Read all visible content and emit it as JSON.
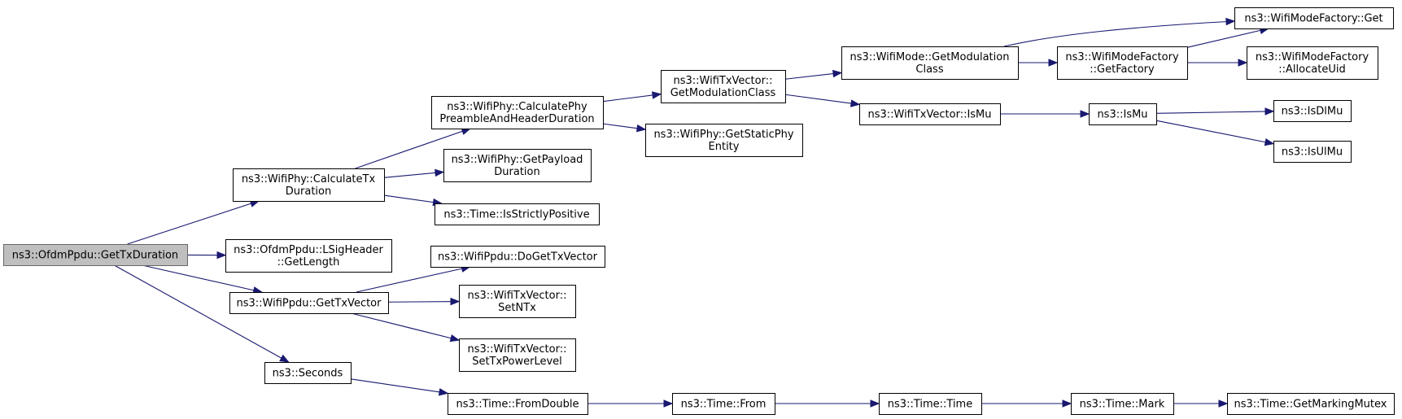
{
  "nodes": [
    {
      "id": "root",
      "lines": [
        "ns3::OfdmPpdu::GetTxDuration"
      ],
      "root": true
    },
    {
      "id": "calctx",
      "lines": [
        "ns3::WifiPhy::CalculateTx",
        "Duration"
      ]
    },
    {
      "id": "lsig",
      "lines": [
        "ns3::OfdmPpdu::LSigHeader",
        "::GetLength"
      ]
    },
    {
      "id": "gettxvec",
      "lines": [
        "ns3::WifiPpdu::GetTxVector"
      ]
    },
    {
      "id": "seconds",
      "lines": [
        "ns3::Seconds"
      ]
    },
    {
      "id": "preamble",
      "lines": [
        "ns3::WifiPhy::CalculatePhy",
        "PreambleAndHeaderDuration"
      ]
    },
    {
      "id": "payload",
      "lines": [
        "ns3::WifiPhy::GetPayload",
        "Duration"
      ]
    },
    {
      "id": "strictpos",
      "lines": [
        "ns3::Time::IsStrictlyPositive"
      ]
    },
    {
      "id": "dogettx",
      "lines": [
        "ns3::WifiPpdu::DoGetTxVector"
      ]
    },
    {
      "id": "setntx",
      "lines": [
        "ns3::WifiTxVector::",
        "SetNTx"
      ]
    },
    {
      "id": "setpower",
      "lines": [
        "ns3::WifiTxVector::",
        "SetTxPowerLevel"
      ]
    },
    {
      "id": "fromdouble",
      "lines": [
        "ns3::Time::FromDouble"
      ]
    },
    {
      "id": "getmodclass",
      "lines": [
        "ns3::WifiTxVector::",
        "GetModulationClass"
      ]
    },
    {
      "id": "staticphy",
      "lines": [
        "ns3::WifiPhy::GetStaticPhy",
        "Entity"
      ]
    },
    {
      "id": "from",
      "lines": [
        "ns3::Time::From"
      ]
    },
    {
      "id": "modegetmod",
      "lines": [
        "ns3::WifiMode::GetModulation",
        "Class"
      ]
    },
    {
      "id": "txvecismu",
      "lines": [
        "ns3::WifiTxVector::IsMu"
      ]
    },
    {
      "id": "time",
      "lines": [
        "ns3::Time::Time"
      ]
    },
    {
      "id": "getfactory",
      "lines": [
        "ns3::WifiModeFactory",
        "::GetFactory"
      ]
    },
    {
      "id": "ismu",
      "lines": [
        "ns3::IsMu"
      ]
    },
    {
      "id": "mark",
      "lines": [
        "ns3::Time::Mark"
      ]
    },
    {
      "id": "factoryget",
      "lines": [
        "ns3::WifiModeFactory::Get"
      ]
    },
    {
      "id": "allocuid",
      "lines": [
        "ns3::WifiModeFactory",
        "::AllocateUid"
      ]
    },
    {
      "id": "isdlmu",
      "lines": [
        "ns3::IsDlMu"
      ]
    },
    {
      "id": "isulmu",
      "lines": [
        "ns3::IsUlMu"
      ]
    },
    {
      "id": "markmutex",
      "lines": [
        "ns3::Time::GetMarkingMutex"
      ]
    }
  ],
  "edges": [
    {
      "from": "root",
      "to": "calctx"
    },
    {
      "from": "root",
      "to": "lsig"
    },
    {
      "from": "root",
      "to": "gettxvec"
    },
    {
      "from": "root",
      "to": "seconds"
    },
    {
      "from": "calctx",
      "to": "preamble"
    },
    {
      "from": "calctx",
      "to": "payload"
    },
    {
      "from": "calctx",
      "to": "strictpos"
    },
    {
      "from": "gettxvec",
      "to": "dogettx"
    },
    {
      "from": "gettxvec",
      "to": "setntx"
    },
    {
      "from": "gettxvec",
      "to": "setpower"
    },
    {
      "from": "seconds",
      "to": "fromdouble"
    },
    {
      "from": "preamble",
      "to": "getmodclass"
    },
    {
      "from": "preamble",
      "to": "staticphy"
    },
    {
      "from": "fromdouble",
      "to": "from"
    },
    {
      "from": "getmodclass",
      "to": "modegetmod"
    },
    {
      "from": "getmodclass",
      "to": "txvecismu"
    },
    {
      "from": "from",
      "to": "time"
    },
    {
      "from": "modegetmod",
      "to": "getfactory"
    },
    {
      "from": "modegetmod",
      "to": "factoryget"
    },
    {
      "from": "txvecismu",
      "to": "ismu"
    },
    {
      "from": "time",
      "to": "mark"
    },
    {
      "from": "getfactory",
      "to": "factoryget"
    },
    {
      "from": "getfactory",
      "to": "allocuid"
    },
    {
      "from": "ismu",
      "to": "isdlmu"
    },
    {
      "from": "ismu",
      "to": "isulmu"
    },
    {
      "from": "mark",
      "to": "markmutex"
    }
  ],
  "colors": {
    "edge": "#191970",
    "root_fill": "#bfbfbf",
    "node_fill": "#ffffff"
  }
}
